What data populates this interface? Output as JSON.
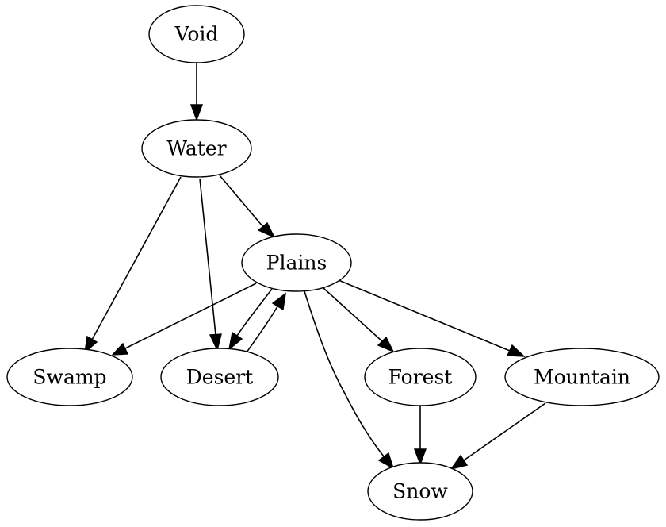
{
  "nodes": [
    {
      "id": "void",
      "label": "Void"
    },
    {
      "id": "water",
      "label": "Water"
    },
    {
      "id": "plains",
      "label": "Plains"
    },
    {
      "id": "swamp",
      "label": "Swamp"
    },
    {
      "id": "desert",
      "label": "Desert"
    },
    {
      "id": "forest",
      "label": "Forest"
    },
    {
      "id": "mountain",
      "label": "Mountain"
    },
    {
      "id": "snow",
      "label": "Snow"
    }
  ],
  "edges": [
    {
      "from": "void",
      "to": "water"
    },
    {
      "from": "water",
      "to": "swamp"
    },
    {
      "from": "water",
      "to": "desert"
    },
    {
      "from": "water",
      "to": "plains"
    },
    {
      "from": "plains",
      "to": "swamp"
    },
    {
      "from": "plains",
      "to": "desert"
    },
    {
      "from": "desert",
      "to": "plains"
    },
    {
      "from": "plains",
      "to": "snow"
    },
    {
      "from": "plains",
      "to": "forest"
    },
    {
      "from": "plains",
      "to": "mountain"
    },
    {
      "from": "forest",
      "to": "snow"
    },
    {
      "from": "mountain",
      "to": "snow"
    }
  ],
  "colors": {
    "stroke": "#000000",
    "fill": "#ffffff",
    "text": "#000000"
  }
}
